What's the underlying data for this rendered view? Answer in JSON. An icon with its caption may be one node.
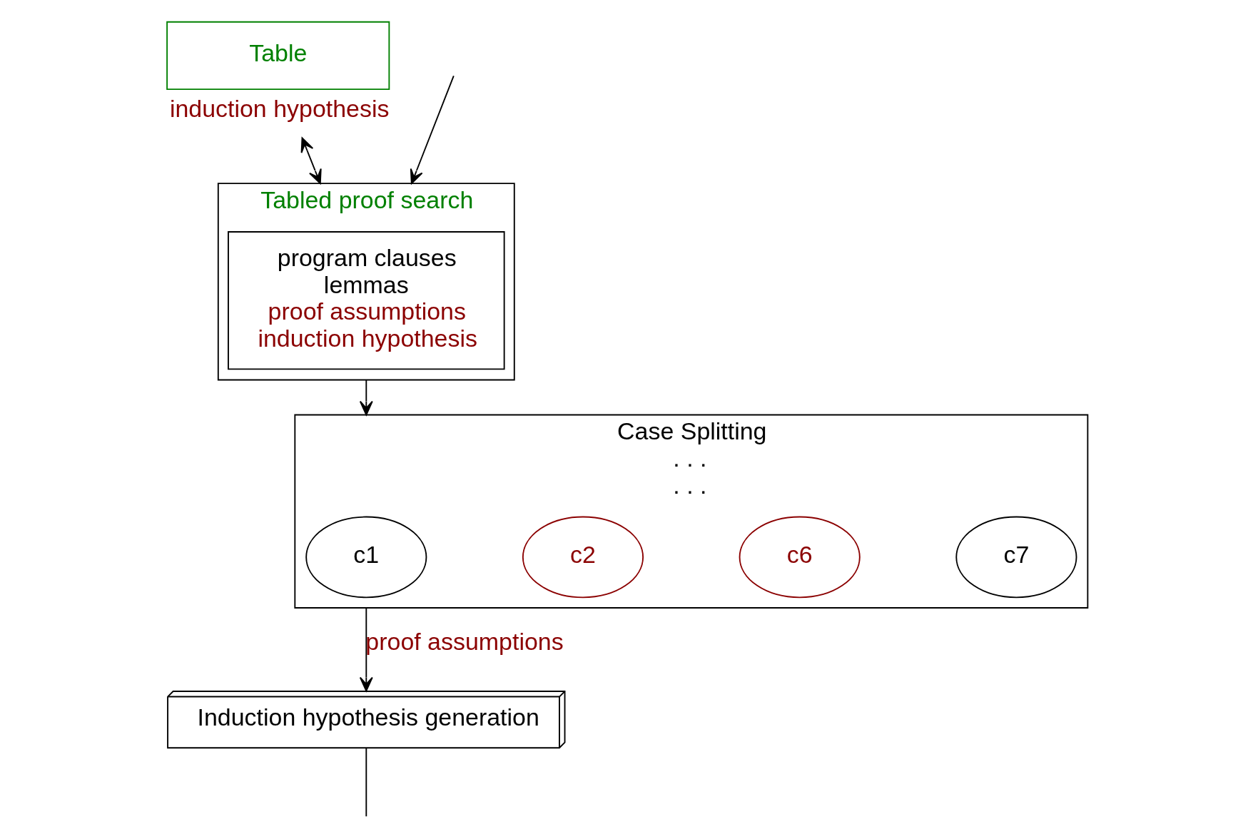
{
  "diagram": {
    "nodes": [
      {
        "text": [
          "Table"
        ],
        "beside": [
          "induction hypothesis"
        ]
      },
      {
        "text": [
          "Tabled proof search"
        ]
      },
      {
        "text": [
          "program clauses",
          "lemmas",
          "proof assumptions",
          "induction hypothesis"
        ],
        "in": 1
      },
      {
        "text": [
          "Case Splitting",
          ". . .",
          ". . ."
        ]
      },
      {
        "text": [
          "c1"
        ],
        "in": 3
      },
      {
        "text": [
          "c2"
        ],
        "in": 3
      },
      {
        "text": [
          "c6"
        ],
        "in": 3
      },
      {
        "text": [
          "c7"
        ],
        "in": 3
      },
      {
        "text": [
          "Induction hypothesis generation"
        ]
      }
    ],
    "edges": [
      {
        "from": 0,
        "to": 1,
        "arrow": "both"
      },
      {
        "from": null,
        "to": 1,
        "arrow": "to"
      },
      {
        "from": 1,
        "to": 3,
        "arrow": "to"
      },
      {
        "from": 3,
        "to": 8,
        "arrow": "to",
        "label": "proof assumptions"
      },
      {
        "from": 8,
        "to": null,
        "arrow": "none"
      }
    ]
  }
}
